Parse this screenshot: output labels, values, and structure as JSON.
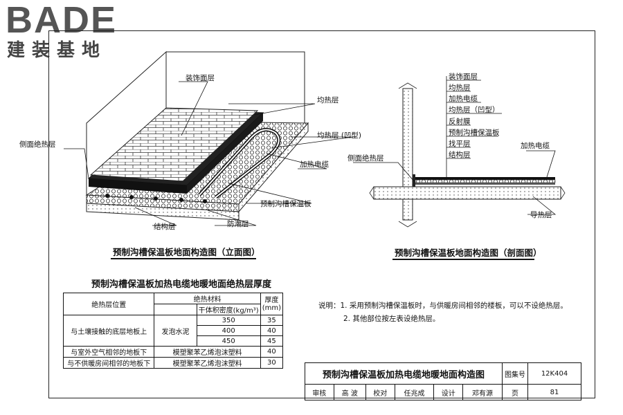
{
  "logo": {
    "brand": "BADE",
    "subtitle": "建装基地"
  },
  "left_figure": {
    "labels": {
      "decor": "装饰面层",
      "even_heat": "均热层",
      "even_heat_groove": "均热层 (凹型)",
      "side_insulation": "侧面绝热层",
      "cable": "加热电缆",
      "board": "预制沟槽保温板",
      "moisture": "防潮层",
      "structure": "结构层"
    },
    "caption": "预制沟槽保温板地面构造图（立面图）"
  },
  "right_figure": {
    "layer_labels": [
      "装饰面层",
      "均热层",
      "加热电缆",
      "均热层（凹型）",
      "反射膜",
      "预制沟槽保温板",
      "找平层",
      "结构层"
    ],
    "cable": "加热电缆",
    "side_insulation": "侧面绝热层",
    "heat_guide": "导热层",
    "caption": "预制沟槽保温板地面构造图（剖面图）"
  },
  "table": {
    "title": "预制沟槽保温板加热电缆地暖地面绝热层厚度",
    "h_position": "绝热层位置",
    "h_material": "绝热材料",
    "h_thickness": "厚度",
    "h_unit": "(mm)",
    "h_density": "干体积密度(kg/m³)",
    "row1_position": "与土壤接触的底层地板上",
    "row1_material": "发泡水泥",
    "d1": "350",
    "t1": "35",
    "d2": "400",
    "t2": "40",
    "d3": "450",
    "t3": "45",
    "row2_position": "与室外空气相邻的地板下",
    "row2_material": "模塑聚苯乙烯泡沫塑料",
    "row2_thickness": "40",
    "row3_position": "与不供暖房间相邻的地板下",
    "row3_material": "模塑聚苯乙烯泡沫塑料",
    "row3_thickness": "30"
  },
  "notes": {
    "n1": "说明：1. 采用预制沟槽保温板时，与供暖房间相邻的楼板，可以不设绝热层。",
    "n2": "2. 其他部位按左表设绝热层。"
  },
  "title_block": {
    "title": "预制沟槽保温板加热电缆地暖地面构造图",
    "atlas_label": "图集号",
    "atlas_no": "12K404",
    "review": "审核",
    "reviewer": "高 波",
    "check": "校对",
    "checker": "任兆成",
    "design": "设计",
    "designer": "邓有源",
    "page_label": "页",
    "page_no": "81"
  }
}
